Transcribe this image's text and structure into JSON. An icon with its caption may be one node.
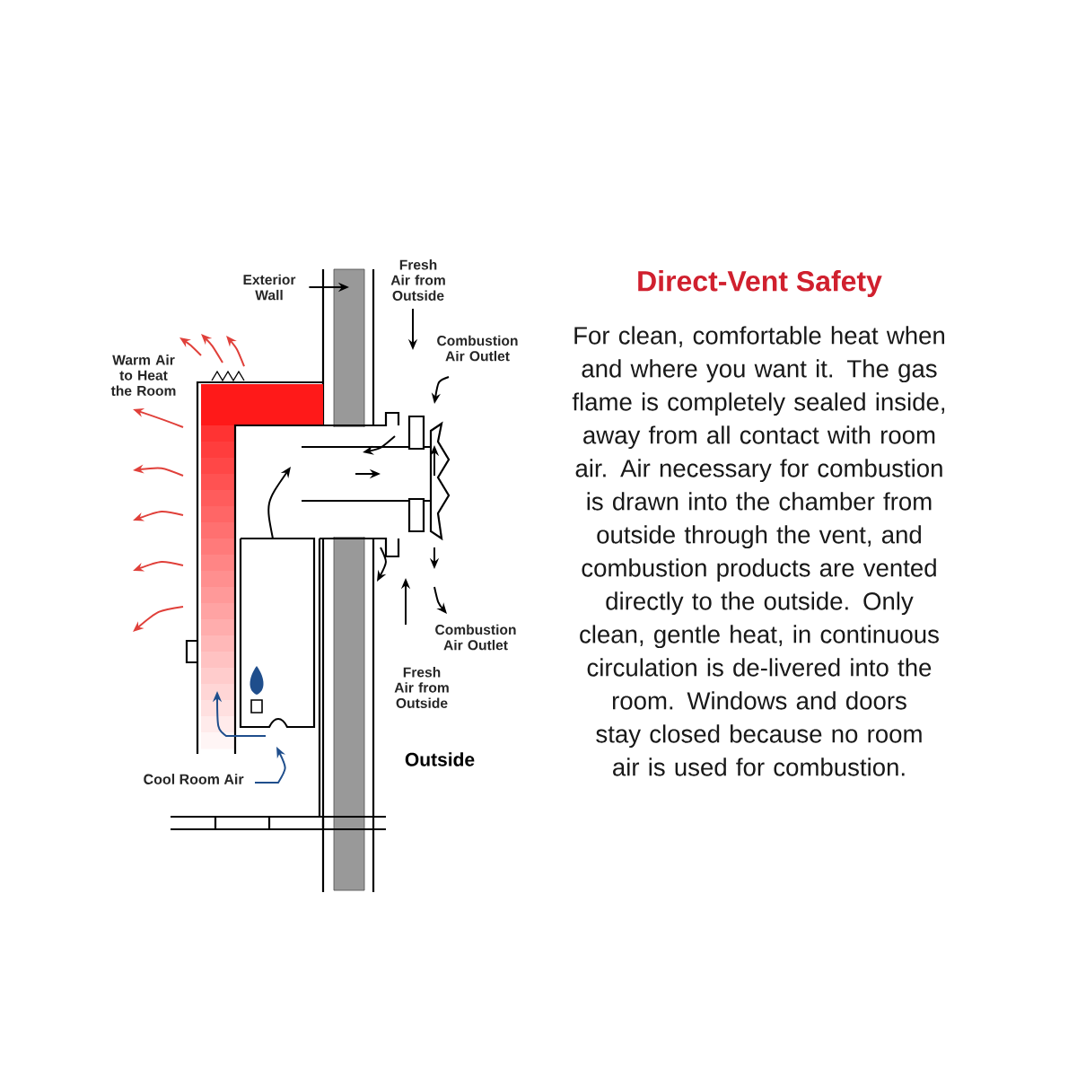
{
  "diagram": {
    "title": "Direct-Vent Safety",
    "nodes": [
      {
        "text": [
          "Exterior Wall"
        ]
      },
      {
        "text": [],
        "shape": "box"
      }
    ],
    "edges": [
      {
        "from": 0,
        "to": 1,
        "arrow": "to"
      }
    ],
    "labels": [
      "Fresh Air from Outside",
      "Combustion Air Outlet",
      "Warm Air to Heat the Room",
      "Combustion Air Outlet",
      "Fresh Air from Outside",
      "Outside",
      "Cool Room Air",
      "For clean, comfortable heat when and where you want it. The gas flame is completely sealed inside, away from all contact with room air.  Air necessary for combustion is drawn into the chamber from outside through the vent, and combustion products are vented directly to the outside. Only clean, gentle heat, in continuous circulation is de-livered into the room.  Windows and doors stay closed because no room air is used for combustion."
    ]
  }
}
